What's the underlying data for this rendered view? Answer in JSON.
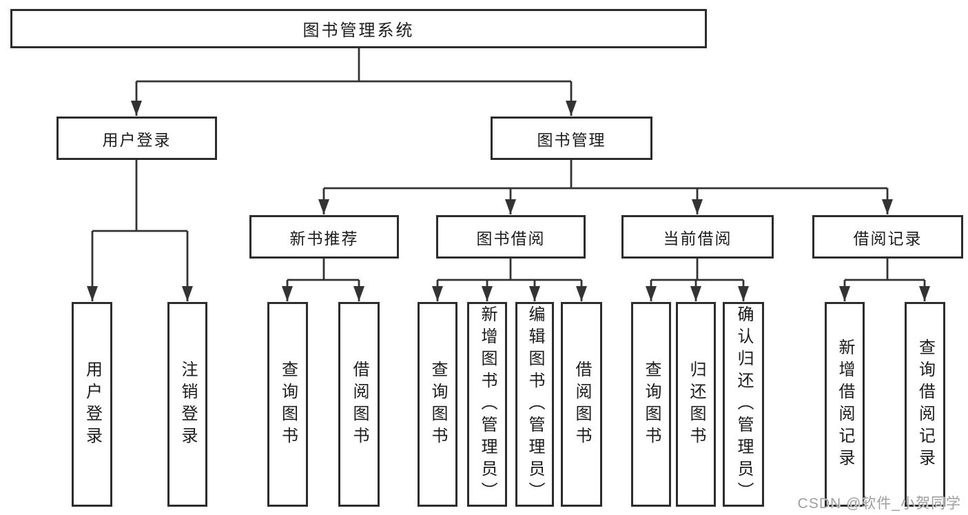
{
  "colors": {
    "line": "#333333",
    "box_border": "#2d2d2d",
    "text": "#1c1c1c",
    "watermark": "#9e9e9e",
    "background": "#ffffff"
  },
  "watermark": {
    "text": "CSDN @软件_小贺同学"
  },
  "tree": {
    "root": {
      "label": "图书管理系统",
      "children": [
        {
          "label": "用户登录",
          "children": [
            {
              "label": "用户登录"
            },
            {
              "label": "注销登录"
            }
          ]
        },
        {
          "label": "图书管理",
          "children": [
            {
              "label": "新书推荐",
              "children": [
                {
                  "label": "查询图书"
                },
                {
                  "label": "借阅图书"
                }
              ]
            },
            {
              "label": "图书借阅",
              "children": [
                {
                  "label": "查询图书"
                },
                {
                  "label": "新增图书（管理员）"
                },
                {
                  "label": "编辑图书（管理员）"
                },
                {
                  "label": "借阅图书"
                }
              ]
            },
            {
              "label": "当前借阅",
              "children": [
                {
                  "label": "查询图书"
                },
                {
                  "label": "归还图书"
                },
                {
                  "label": "确认归还（管理员）"
                }
              ]
            },
            {
              "label": "借阅记录",
              "children": [
                {
                  "label": "新增借阅记录"
                },
                {
                  "label": "查询借阅记录"
                }
              ]
            }
          ]
        }
      ]
    }
  }
}
